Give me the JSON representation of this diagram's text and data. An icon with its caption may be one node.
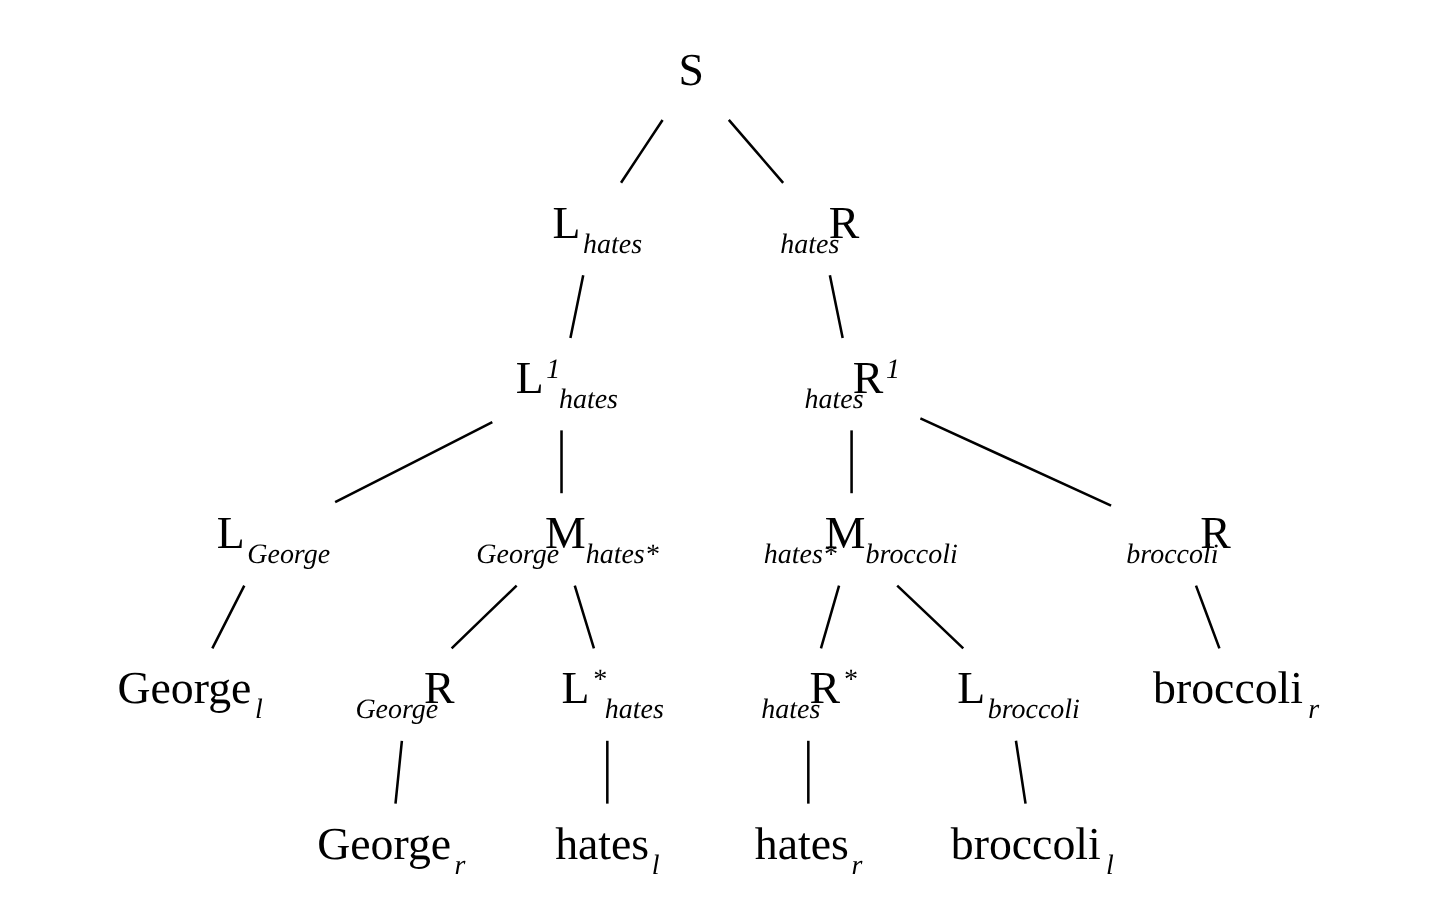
{
  "diagram": {
    "nodes": [
      {
        "text": [
          "S"
        ]
      },
      {
        "text": [
          "L$_{hates}$"
        ]
      },
      {
        "text": [
          "$_{hates}$R"
        ]
      },
      {
        "text": [
          "L$^{1}$$_{hates}$"
        ]
      },
      {
        "text": [
          "$_{hates}$R$^{1}$"
        ]
      },
      {
        "text": [
          "L$_{George}$"
        ]
      },
      {
        "text": [
          "$_{George}$M$_{hates*}$"
        ]
      },
      {
        "text": [
          "$_{hates*}$M$_{broccoli}$"
        ]
      },
      {
        "text": [
          "$_{broccoli}$R"
        ]
      },
      {
        "text": [
          "George$_{l}$"
        ]
      },
      {
        "text": [
          "$_{George}$R"
        ]
      },
      {
        "text": [
          "L$^{*}$$_{hates}$"
        ]
      },
      {
        "text": [
          "$_{hates}$R$^{*}$"
        ]
      },
      {
        "text": [
          "L$_{broccoli}$"
        ]
      },
      {
        "text": [
          "broccoli$_{r}$"
        ]
      },
      {
        "text": [
          "George$_{r}$"
        ]
      },
      {
        "text": [
          "hates$_{l}$"
        ]
      },
      {
        "text": [
          "hates$_{r}$"
        ]
      },
      {
        "text": [
          "broccoli$_{l}$"
        ]
      }
    ],
    "edges": [
      {
        "from": 0,
        "to": 1,
        "arrow": "none"
      },
      {
        "from": 0,
        "to": 2,
        "arrow": "none"
      },
      {
        "from": 1,
        "to": 3,
        "arrow": "none"
      },
      {
        "from": 2,
        "to": 4,
        "arrow": "none"
      },
      {
        "from": 3,
        "to": 5,
        "arrow": "none"
      },
      {
        "from": 3,
        "to": 6,
        "arrow": "none"
      },
      {
        "from": 4,
        "to": 7,
        "arrow": "none"
      },
      {
        "from": 4,
        "to": 8,
        "arrow": "none"
      },
      {
        "from": 5,
        "to": 9,
        "arrow": "none"
      },
      {
        "from": 6,
        "to": 10,
        "arrow": "none"
      },
      {
        "from": 6,
        "to": 11,
        "arrow": "none"
      },
      {
        "from": 7,
        "to": 12,
        "arrow": "none"
      },
      {
        "from": 7,
        "to": 13,
        "arrow": "none"
      },
      {
        "from": 8,
        "to": 14,
        "arrow": "none"
      },
      {
        "from": 10,
        "to": 15,
        "arrow": "none"
      },
      {
        "from": 11,
        "to": 16,
        "arrow": "none"
      },
      {
        "from": 12,
        "to": 17,
        "arrow": "none"
      },
      {
        "from": 13,
        "to": 18,
        "arrow": "none"
      }
    ]
  }
}
